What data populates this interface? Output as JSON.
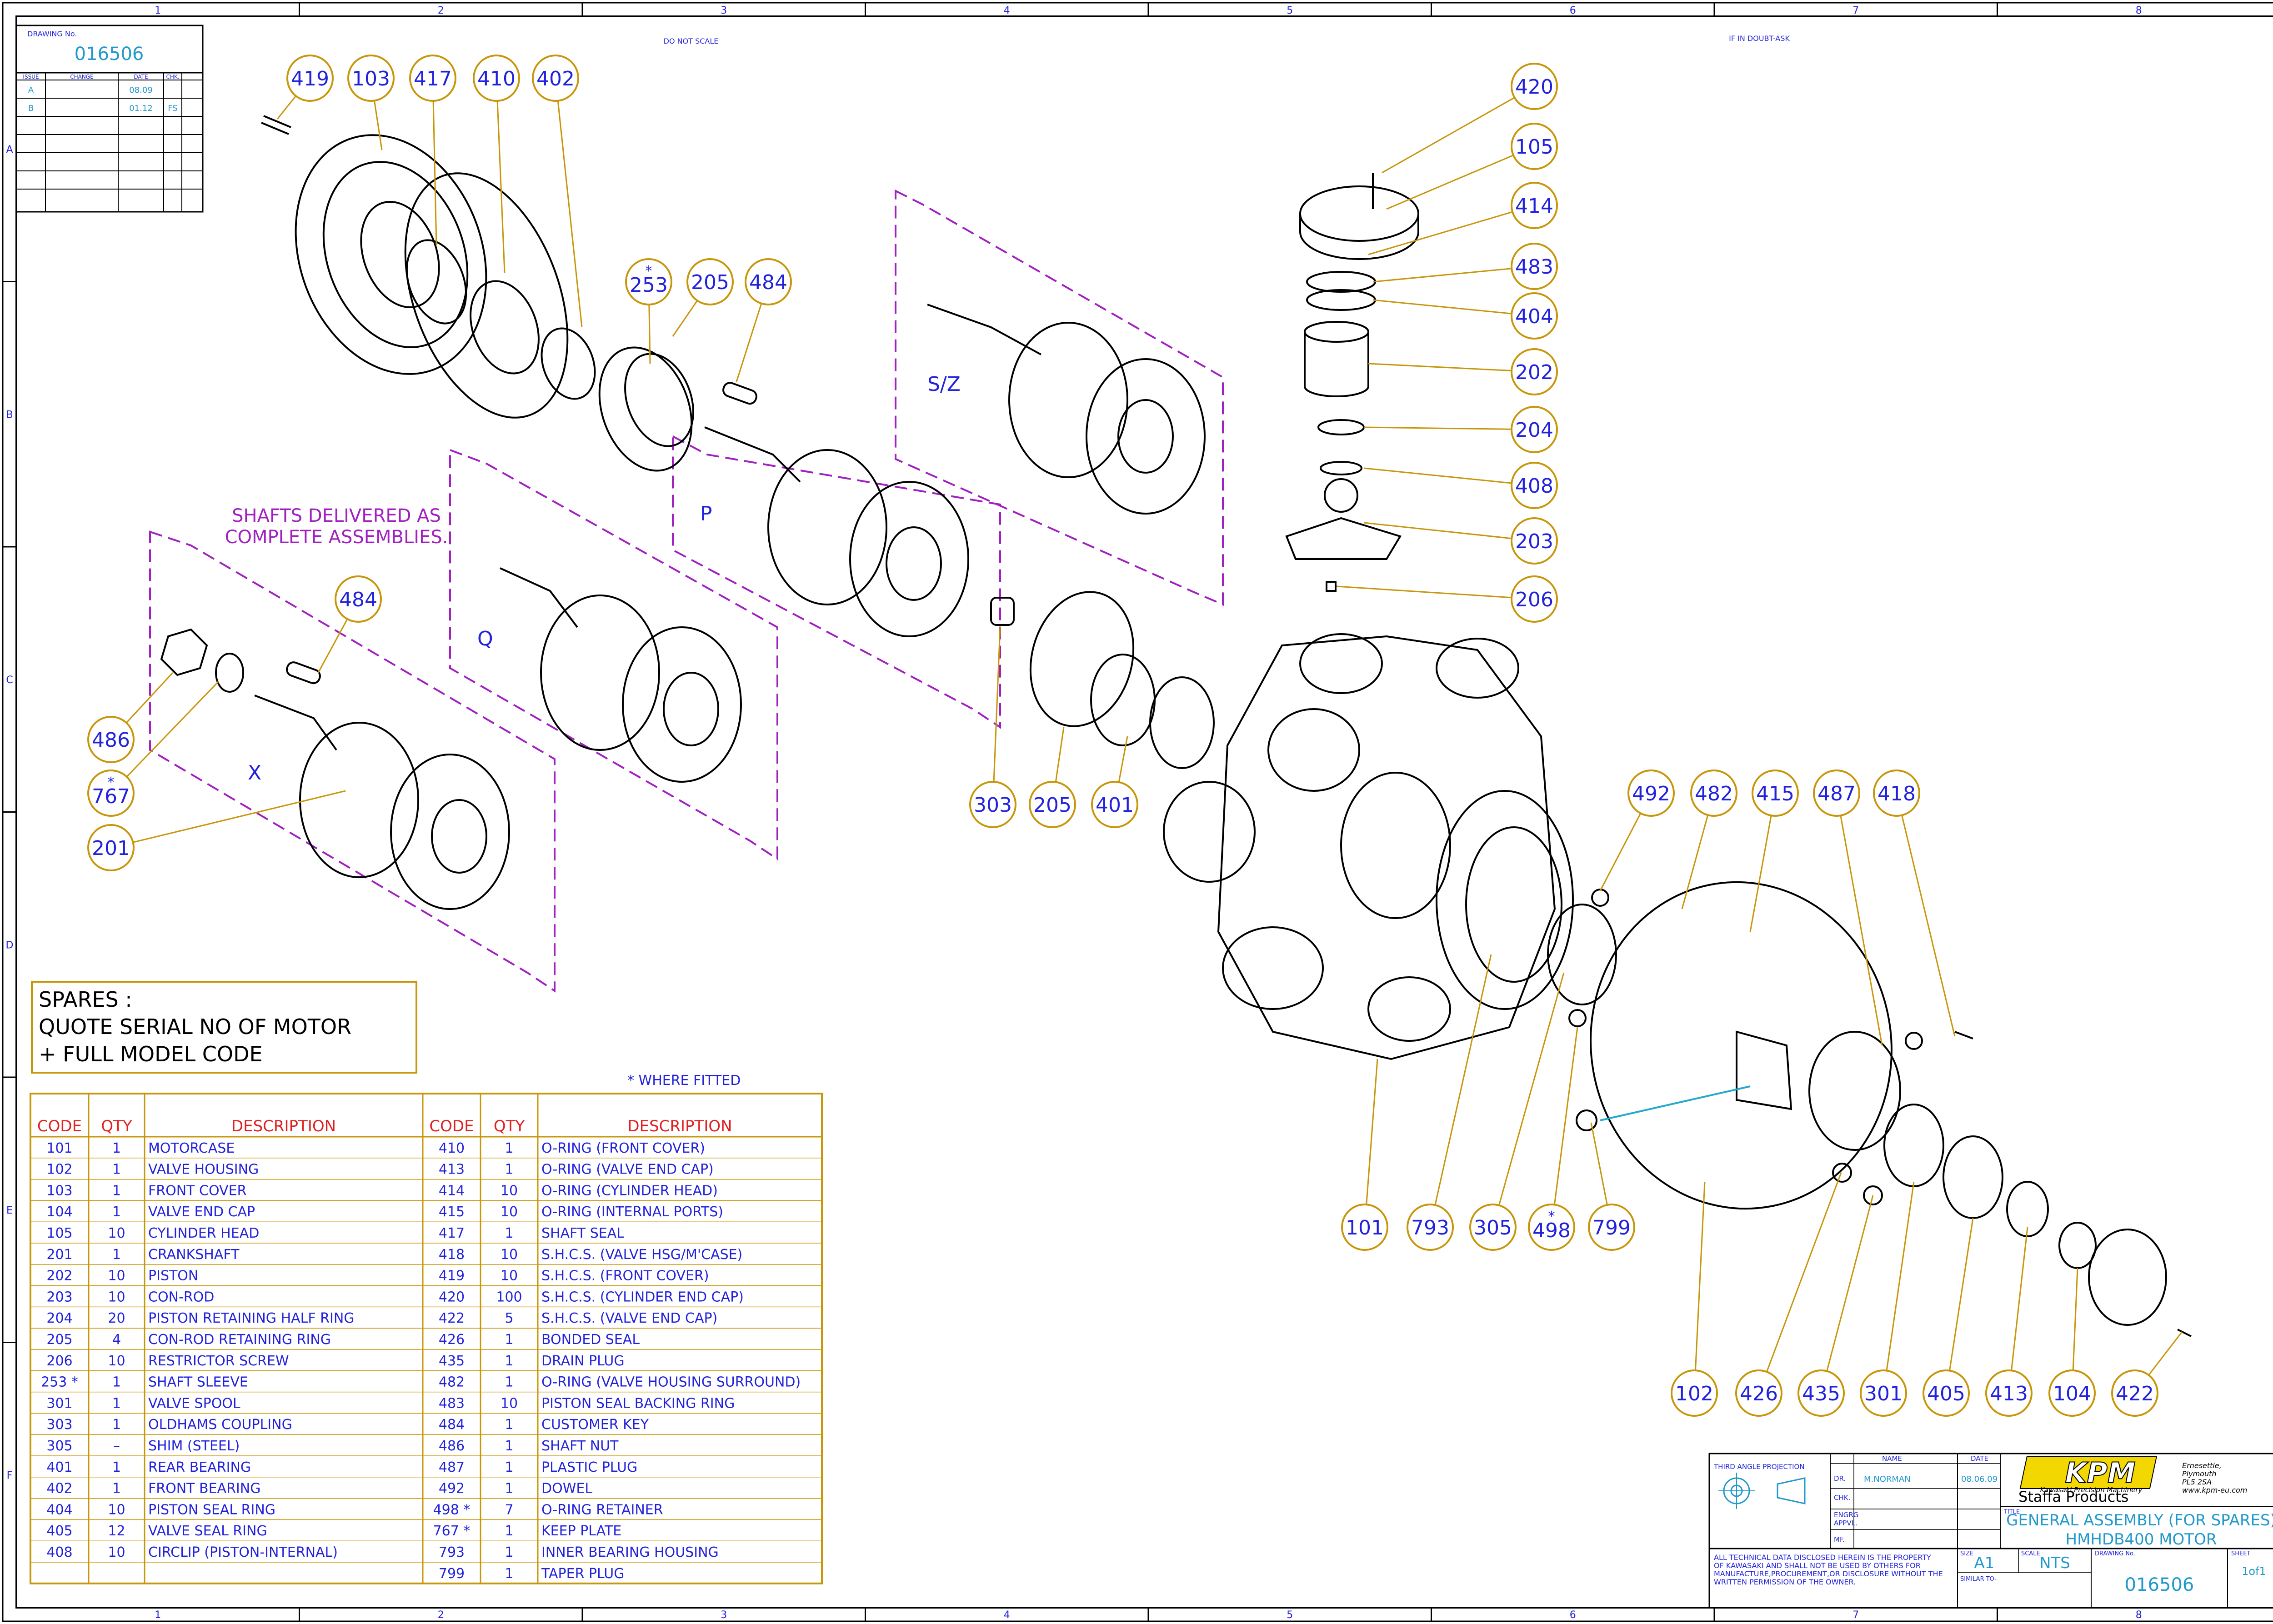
{
  "drawing_box": {
    "label": "DRAWING No.",
    "number": "016506"
  },
  "revision_table": {
    "headers": [
      "ISSUE",
      "CHANGE",
      "DATE",
      "CHK."
    ],
    "rows": [
      [
        "A",
        "",
        "08.09",
        ""
      ],
      [
        "B",
        "",
        "01.12",
        "FS"
      ]
    ]
  },
  "top_notes": {
    "left": "DO NOT SCALE",
    "right": "IF IN DOUBT-ASK"
  },
  "grid": {
    "cols": [
      "1",
      "2",
      "3",
      "4",
      "5",
      "6",
      "7",
      "8"
    ],
    "rows": [
      "A",
      "B",
      "C",
      "D",
      "E",
      "F"
    ]
  },
  "shaft_note": [
    "SHAFTS DELIVERED AS",
    "COMPLETE ASSEMBLIES."
  ],
  "shaft_labels": [
    "S/Z",
    "P",
    "Q",
    "X"
  ],
  "balloons": [
    "419",
    "103",
    "417",
    "410",
    "402",
    "253",
    "205",
    "484",
    "420",
    "105",
    "414",
    "483",
    "404",
    "202",
    "204",
    "408",
    "203",
    "206",
    "484",
    "486",
    "767",
    "201",
    "303",
    "205",
    "401",
    "492",
    "482",
    "415",
    "487",
    "418",
    "101",
    "793",
    "305",
    "498",
    "799",
    "102",
    "426",
    "435",
    "301",
    "405",
    "413",
    "104",
    "422"
  ],
  "spares_note": [
    "SPARES :",
    "QUOTE SERIAL NO OF MOTOR",
    "+ FULL MODEL CODE"
  ],
  "where_fitted": "* WHERE FITTED",
  "parts_table": {
    "headers": [
      "CODE",
      "QTY",
      "DESCRIPTION",
      "CODE",
      "QTY",
      "DESCRIPTION"
    ],
    "left": [
      [
        "101",
        "1",
        "MOTORCASE"
      ],
      [
        "102",
        "1",
        "VALVE HOUSING"
      ],
      [
        "103",
        "1",
        "FRONT COVER"
      ],
      [
        "104",
        "1",
        "VALVE END CAP"
      ],
      [
        "105",
        "10",
        "CYLINDER HEAD"
      ],
      [
        "201",
        "1",
        "CRANKSHAFT"
      ],
      [
        "202",
        "10",
        "PISTON"
      ],
      [
        "203",
        "10",
        "CON-ROD"
      ],
      [
        "204",
        "20",
        "PISTON RETAINING HALF RING"
      ],
      [
        "205",
        "4",
        "CON-ROD RETAINING RING"
      ],
      [
        "206",
        "10",
        "RESTRICTOR SCREW"
      ],
      [
        "253 *",
        "1",
        "SHAFT SLEEVE"
      ],
      [
        "301",
        "1",
        "VALVE SPOOL"
      ],
      [
        "303",
        "1",
        "OLDHAMS COUPLING"
      ],
      [
        "305",
        "–",
        "SHIM (STEEL)"
      ],
      [
        "401",
        "1",
        "REAR BEARING"
      ],
      [
        "402",
        "1",
        "FRONT BEARING"
      ],
      [
        "404",
        "10",
        "PISTON SEAL RING"
      ],
      [
        "405",
        "12",
        "VALVE SEAL RING"
      ],
      [
        "408",
        "10",
        "CIRCLIP (PISTON-INTERNAL)"
      ]
    ],
    "right": [
      [
        "410",
        "1",
        "O-RING (FRONT COVER)"
      ],
      [
        "413",
        "1",
        "O-RING (VALVE END CAP)"
      ],
      [
        "414",
        "10",
        "O-RING (CYLINDER HEAD)"
      ],
      [
        "415",
        "10",
        "O-RING (INTERNAL PORTS)"
      ],
      [
        "417",
        "1",
        "SHAFT SEAL"
      ],
      [
        "418",
        "10",
        "S.H.C.S. (VALVE HSG/M'CASE)"
      ],
      [
        "419",
        "10",
        "S.H.C.S. (FRONT COVER)"
      ],
      [
        "420",
        "100",
        "S.H.C.S. (CYLINDER END CAP)"
      ],
      [
        "422",
        "5",
        "S.H.C.S. (VALVE END CAP)"
      ],
      [
        "426",
        "1",
        "BONDED SEAL"
      ],
      [
        "435",
        "1",
        "DRAIN PLUG"
      ],
      [
        "482",
        "1",
        "O-RING (VALVE HOUSING SURROUND)"
      ],
      [
        "483",
        "10",
        "PISTON SEAL BACKING RING"
      ],
      [
        "484",
        "1",
        "CUSTOMER KEY"
      ],
      [
        "486",
        "1",
        "SHAFT NUT"
      ],
      [
        "487",
        "1",
        "PLASTIC PLUG"
      ],
      [
        "492",
        "1",
        "DOWEL"
      ],
      [
        "498 *",
        "7",
        "O-RING RETAINER"
      ],
      [
        "767 *",
        "1",
        "KEEP PLATE"
      ],
      [
        "793",
        "1",
        "INNER BEARING HOUSING"
      ],
      [
        "799",
        "1",
        "TAPER PLUG"
      ]
    ]
  },
  "title_block": {
    "projection": "THIRD ANGLE PROJECTION",
    "name_header": "NAME",
    "date_header": "DATE",
    "dr": "DR.",
    "dr_name": "M.NORMAN",
    "dr_date": "08.06.09",
    "chk": "CHK.",
    "engr": [
      "ENGRG",
      "APPVL."
    ],
    "mf": "MF.",
    "logo": "KPM",
    "logo_sub": "Kawasaki Precision Machinery",
    "company": "Staffa Products",
    "address": [
      "Ernesettle,",
      "Plymouth",
      "PL5 2SA",
      "www.kpm-eu.com"
    ],
    "title_label": "TITLE",
    "title_line1": "GENERAL ASSEMBLY (FOR SPARES)",
    "title_line2": "HMHDB400 MOTOR",
    "disclaimer": [
      "ALL TECHNICAL DATA DISCLOSED HEREIN IS THE PROPERTY",
      "OF KAWASAKI AND SHALL NOT BE USED BY OTHERS FOR",
      "MANUFACTURE,PROCUREMENT,OR DISCLOSURE WITHOUT THE",
      "WRITTEN PERMISSION OF THE OWNER."
    ],
    "size_label": "SIZE",
    "size": "A1",
    "scale_label": "SCALE",
    "scale": "NTS",
    "similar_to": "SIMILAR TO-",
    "drawing_label": "DRAWING No.",
    "drawing": "016506",
    "sheet_label": "SHEET",
    "sheet": "1of1"
  },
  "colors": {
    "line": "#000000",
    "balloon": "#c8960a",
    "text_blue": "#2222dd",
    "dash": "#a020c0",
    "table": "#c8960a",
    "header_red": "#e02020",
    "cyan": "#22aacc"
  }
}
